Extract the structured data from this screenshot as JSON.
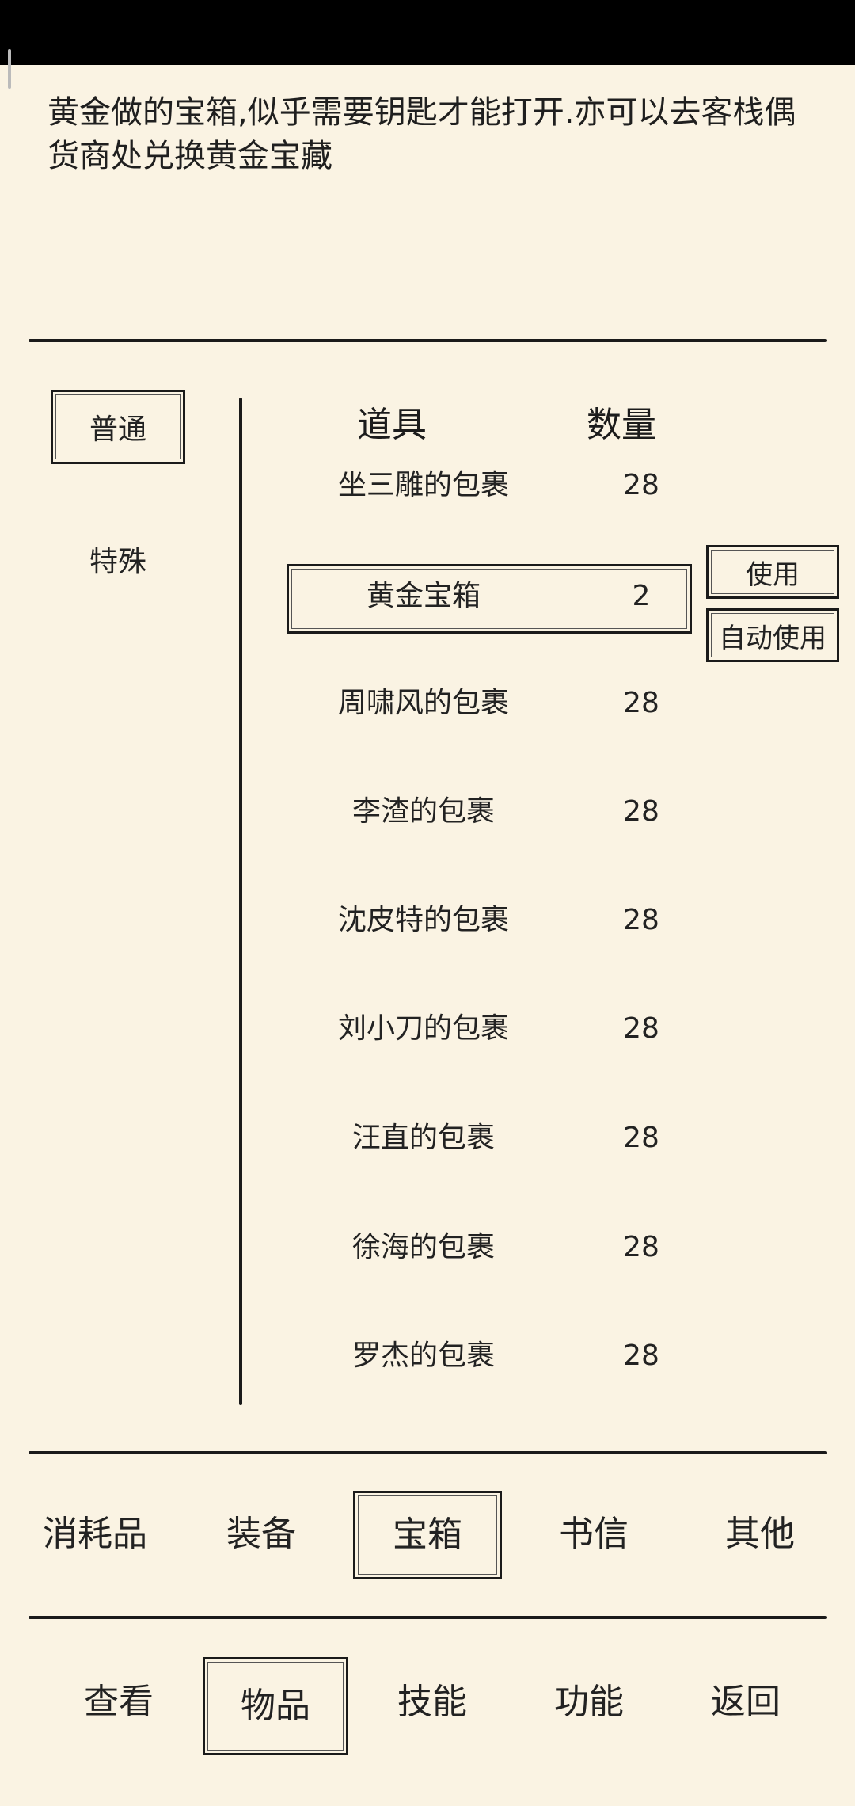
{
  "description": "黄金做的宝箱,似乎需要钥匙才能打开.亦可以去客栈偶货商处兑换黄金宝藏",
  "left_categories": [
    {
      "label": "普通",
      "selected": true
    },
    {
      "label": "特殊",
      "selected": false
    }
  ],
  "table": {
    "headers": {
      "item": "道具",
      "qty": "数量"
    },
    "rows": [
      {
        "name": "坐三雕的包裹",
        "qty": "28"
      },
      {
        "name": "黄金宝箱",
        "qty": "2",
        "selected": true
      },
      {
        "name": "周啸风的包裹",
        "qty": "28"
      },
      {
        "name": "李渣的包裹",
        "qty": "28"
      },
      {
        "name": "沈皮特的包裹",
        "qty": "28"
      },
      {
        "name": "刘小刀的包裹",
        "qty": "28"
      },
      {
        "name": "汪直的包裹",
        "qty": "28"
      },
      {
        "name": "徐海的包裹",
        "qty": "28"
      },
      {
        "name": "罗杰的包裹",
        "qty": "28"
      }
    ]
  },
  "actions": {
    "use": "使用",
    "auto_use": "自动使用"
  },
  "item_tabs": [
    {
      "label": "消耗品"
    },
    {
      "label": "装备"
    },
    {
      "label": "宝箱",
      "selected": true
    },
    {
      "label": "书信"
    },
    {
      "label": "其他"
    }
  ],
  "bottom_nav": [
    {
      "label": "查看"
    },
    {
      "label": "物品",
      "selected": true
    },
    {
      "label": "技能"
    },
    {
      "label": "功能"
    },
    {
      "label": "返回"
    }
  ]
}
